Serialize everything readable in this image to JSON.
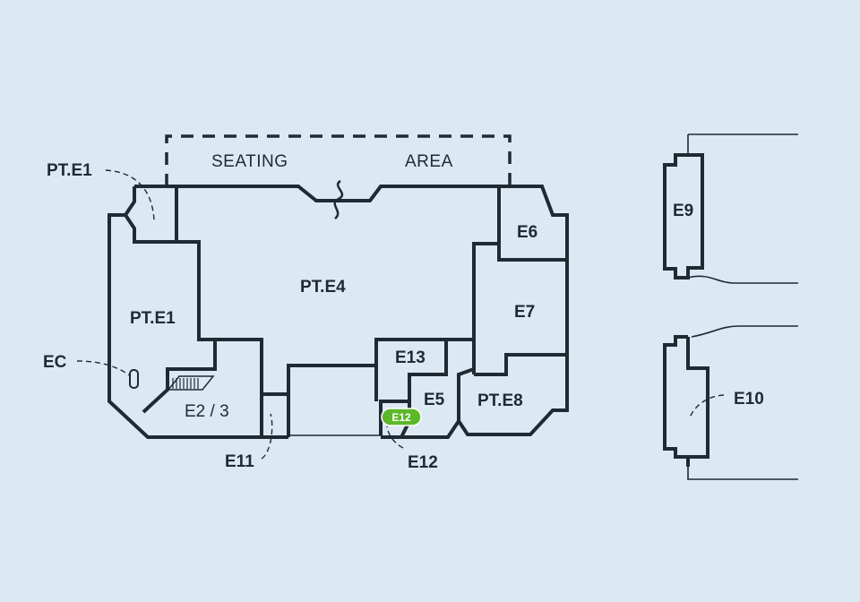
{
  "seating": {
    "left": "SEATING",
    "right": "AREA"
  },
  "rooms": {
    "pte1_top": "PT.E1",
    "pte1": "PT.E1",
    "ec": "EC",
    "pte4": "PT.E4",
    "e23": "E2 / 3",
    "e11": "E11",
    "e13": "E13",
    "e5": "E5",
    "e12": "E12",
    "pte8": "PT.E8",
    "e6": "E6",
    "e7": "E7",
    "e9": "E9",
    "e10": "E10"
  },
  "selected": {
    "label": "E12",
    "color": "#5cb82a"
  },
  "colors": {
    "background": "#dce9f3",
    "line": "#1f2a33"
  }
}
